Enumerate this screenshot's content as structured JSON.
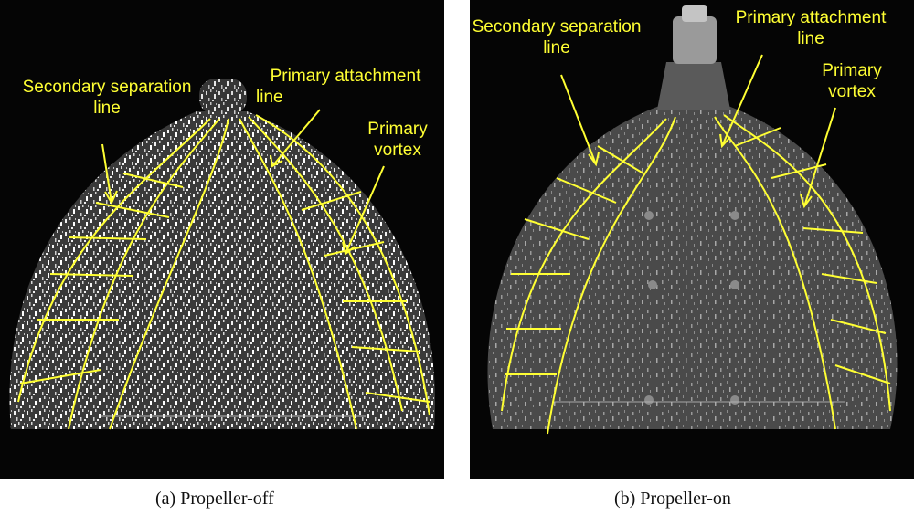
{
  "panels": [
    {
      "caption": "(a) Propeller-off",
      "labels": {
        "secondary_separation": [
          "Secondary separation",
          "line"
        ],
        "primary_attachment": [
          "Primary attachment",
          "line"
        ],
        "primary_vortex": [
          "Primary",
          "vortex"
        ]
      }
    },
    {
      "caption": "(b) Propeller-on",
      "labels": {
        "secondary_separation": [
          "Secondary separation",
          "line"
        ],
        "primary_attachment": [
          "Primary attachment",
          "line"
        ],
        "primary_vortex": [
          "Primary",
          "vortex"
        ]
      }
    }
  ],
  "colors": {
    "annotation": "#ffff33",
    "background": "#050505",
    "surface": "#6e6e6e"
  }
}
